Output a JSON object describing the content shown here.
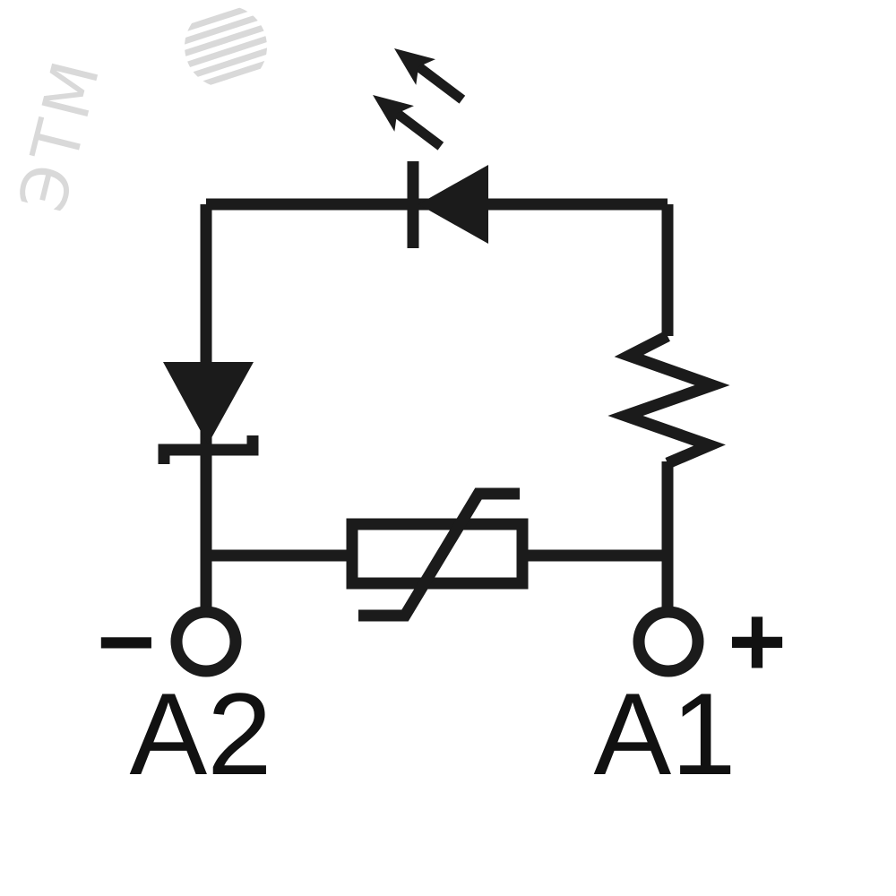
{
  "diagram": {
    "type": "circuit-schematic",
    "description": "Indicator circuit between terminals: LED with light-emission arrows, zener diode, resistor and varistor",
    "terminals": {
      "left": {
        "label": "A2",
        "polarity": "−"
      },
      "right": {
        "label": "A1",
        "polarity": "+"
      }
    },
    "components": [
      "led",
      "light-emission-arrows",
      "zener-diode",
      "resistor",
      "varistor",
      "terminal-a2",
      "terminal-a1"
    ],
    "watermark": {
      "text": "ЭТМ"
    },
    "colors": {
      "line": "#1b1b1b",
      "background": "#ffffff",
      "watermark": "#d9d9d9"
    }
  }
}
